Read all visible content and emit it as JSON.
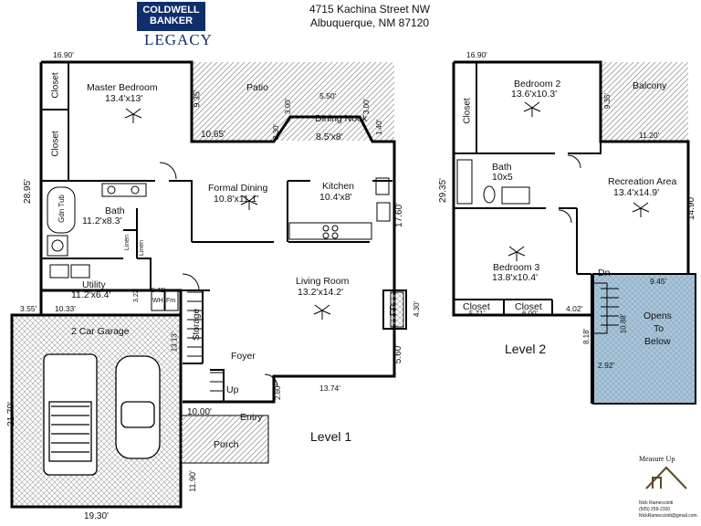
{
  "header": {
    "brand": "COLDWELL BANKER",
    "brand_sub": "LEGACY",
    "address_line1": "4715 Kachina Street NW",
    "address_line2": "Albuquerque, NM 87120"
  },
  "level1": {
    "label": "Level 1",
    "rooms": {
      "master_bedroom": {
        "name": "Master Bedroom",
        "size": "13.4'x13'"
      },
      "closet_a": "Closet",
      "closet_b": "Closet",
      "patio": "Patio",
      "dining_nook": {
        "name": "Dining Nook",
        "name2": "Nook",
        "size": "8.5'x8'"
      },
      "formal_dining": {
        "name": "Formal Dining",
        "size": "10.8'x11.1'"
      },
      "kitchen": {
        "name": "Kitchen",
        "size": "10.4'x8'"
      },
      "bath": {
        "name": "Bath",
        "size": "11.2'x8.3'"
      },
      "gdn_tub": "Gdn Tub",
      "linen1": "Linen",
      "linen2": "Linen",
      "utility": {
        "name": "Utility",
        "size": "11.2'x6.4'"
      },
      "living_room": {
        "name": "Living Room",
        "size": "13.2'x14.2'"
      },
      "fp": "FP",
      "storage": "Storage",
      "foyer": "Foyer",
      "up": "Up",
      "entry": "Entry",
      "porch": "Porch",
      "garage": "2 Car Garage",
      "wh": "WH",
      "fm": "Fm"
    },
    "dims": {
      "d_1690": "16.90'",
      "d_935": "9.35'",
      "d_1065": "10.65'",
      "d_230": "2.30'",
      "d_300a": "3.00'",
      "d_550": "5.50'",
      "d_300b": "3.00'",
      "d_140": "1.40'",
      "d_2895": "28.95'",
      "d_1760": "17.60'",
      "d_1033": "10.33'",
      "d_355": "3.55'",
      "d_322": "3.22'",
      "d_542": "5.42'",
      "d_1313": "13.13'",
      "d_430": "4.30'",
      "d_560": "5.60'",
      "d_280": "2.80'",
      "d_1374": "13.74'",
      "d_1000": "10.00'",
      "d_2170": "21.70'",
      "d_1190": "11.90'",
      "d_1930": "19.30'"
    }
  },
  "level2": {
    "label": "Level 2",
    "rooms": {
      "bedroom2": {
        "name": "Bedroom 2",
        "size": "13.6'x10.3'"
      },
      "balcony": "Balcony",
      "closet": "Closet",
      "bath": {
        "name": "Bath",
        "size": "10x5"
      },
      "recreation": {
        "name": "Recreation Area",
        "size": "13.4'x14.9'"
      },
      "bedroom3": {
        "name": "Bedroom 3",
        "size": "13.8'x10.4'"
      },
      "closet1": "Closet",
      "closet2": "Closet",
      "dn": "Dn",
      "opens": "Opens",
      "to": "To",
      "below": "Below"
    },
    "dims": {
      "d_1690": "16.90'",
      "d_935": "9.35'",
      "d_1120": "11.20'",
      "d_2935": "29.35'",
      "d_1490": "14.90'",
      "d_571": "5.71'",
      "d_600": "6.00'",
      "d_402": "4.02'",
      "d_945": "9.45'",
      "d_1088": "10.88'",
      "d_818": "8.18'",
      "d_292": "2.92'"
    }
  },
  "footer": {
    "measure_up": "Measure Up",
    "name": "Nick Ramecciotti",
    "phone": "(505) 259-2320",
    "email": "NickRamecciotti@gmail.com"
  },
  "colors": {
    "brand": "#0f2e6b",
    "opens_fill": "#a9c4d8",
    "hatch": "#9a9a9a"
  }
}
